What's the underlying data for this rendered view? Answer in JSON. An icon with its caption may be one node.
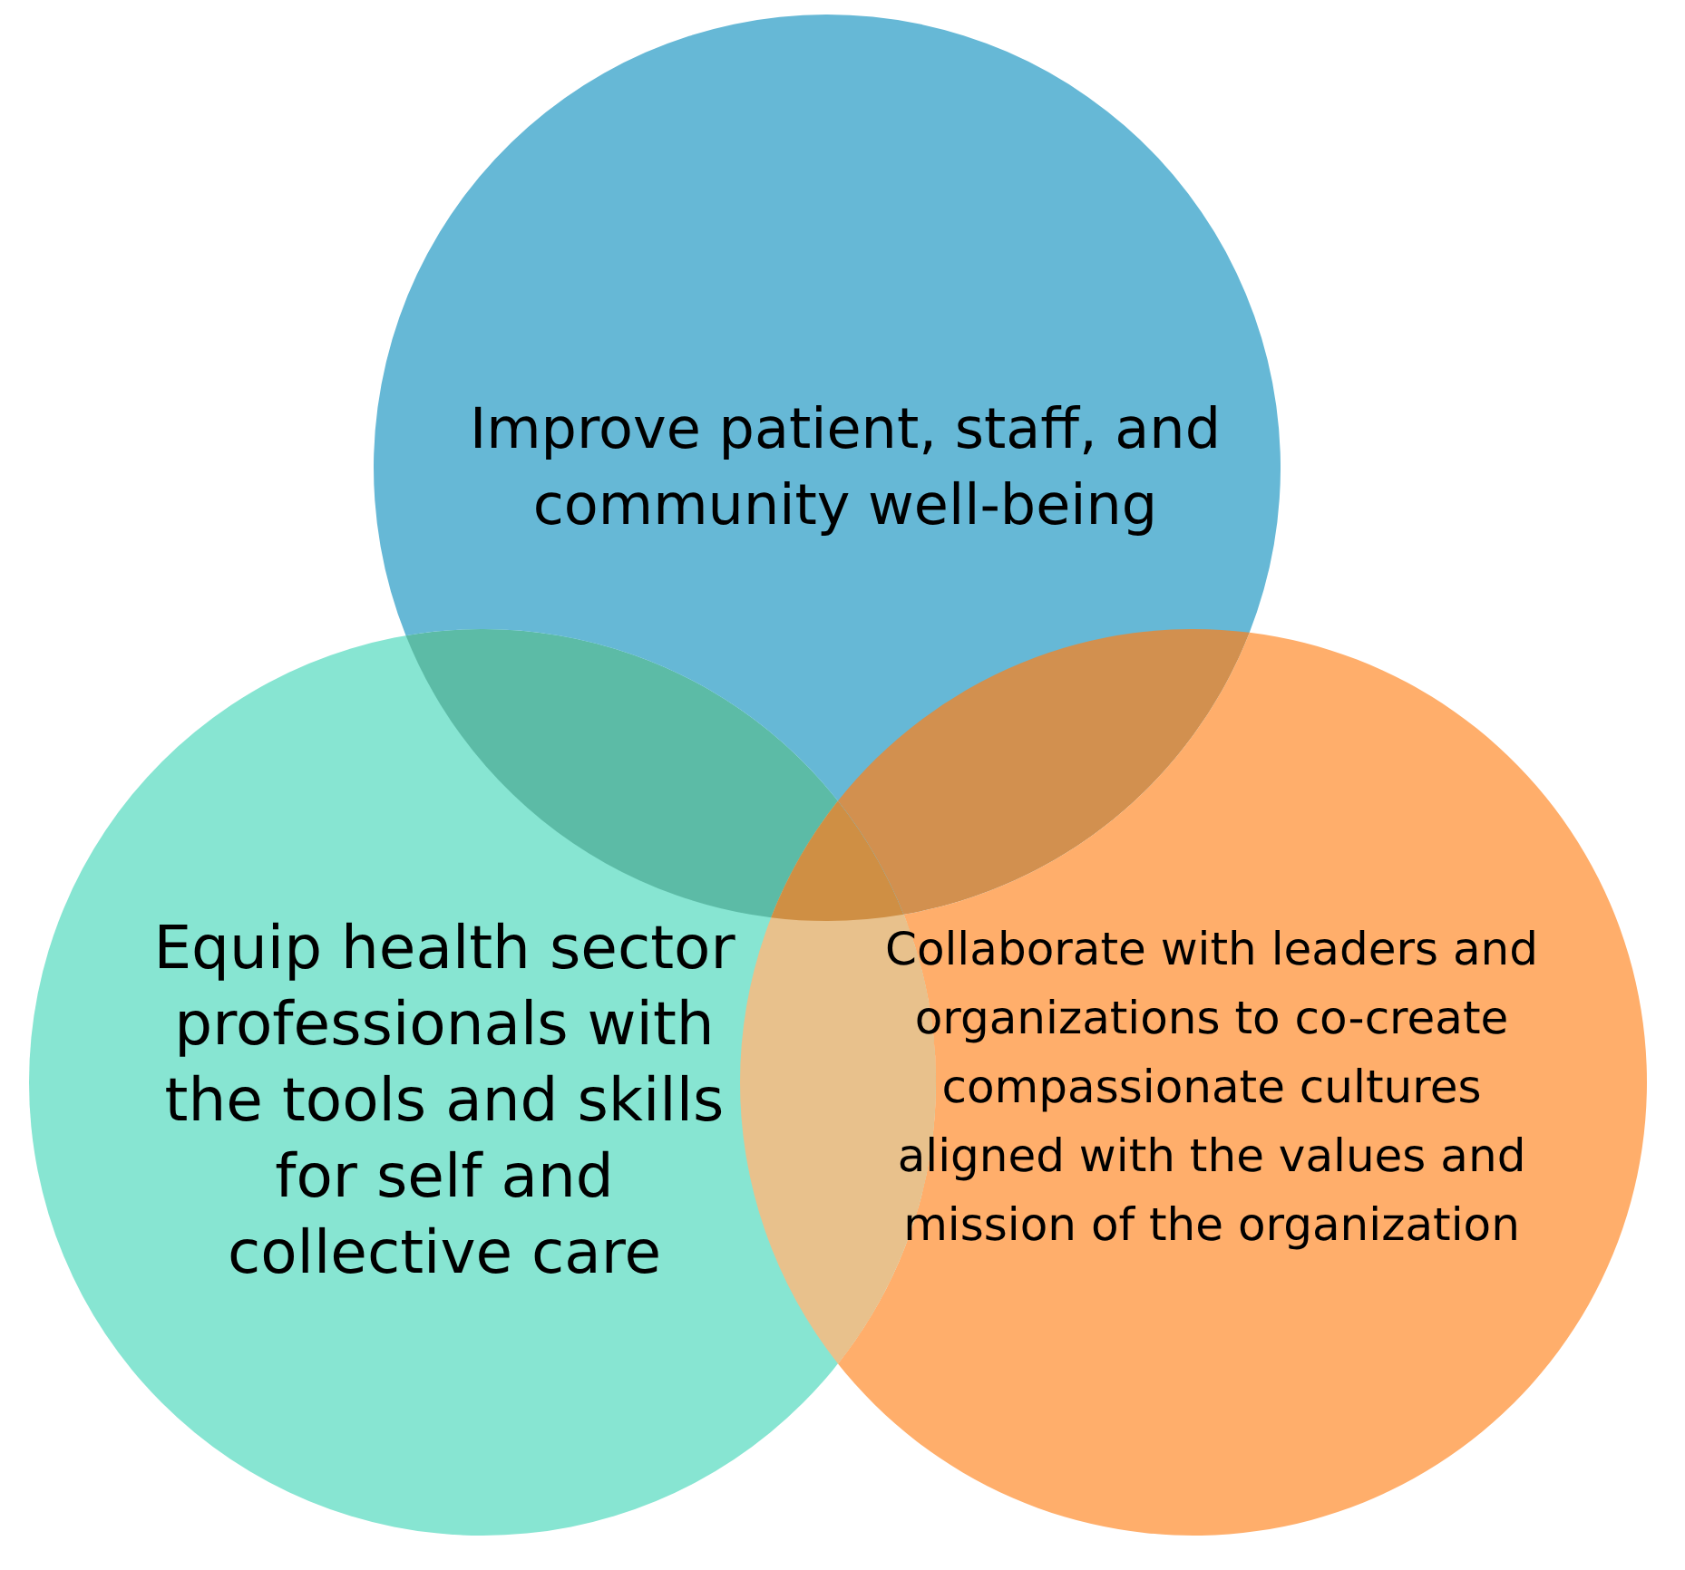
{
  "diagram": {
    "nodes": [
      {
        "text": [
          "Improve patient, staff, and community well-being"
        ]
      },
      {
        "text": [
          "Equip health sector professionals with the tools and skills for self and collective care"
        ]
      },
      {
        "text": [
          "Collaborate with leaders and organizations to co-create compassionate cultures aligned with the values and mission of the organization"
        ]
      }
    ]
  }
}
